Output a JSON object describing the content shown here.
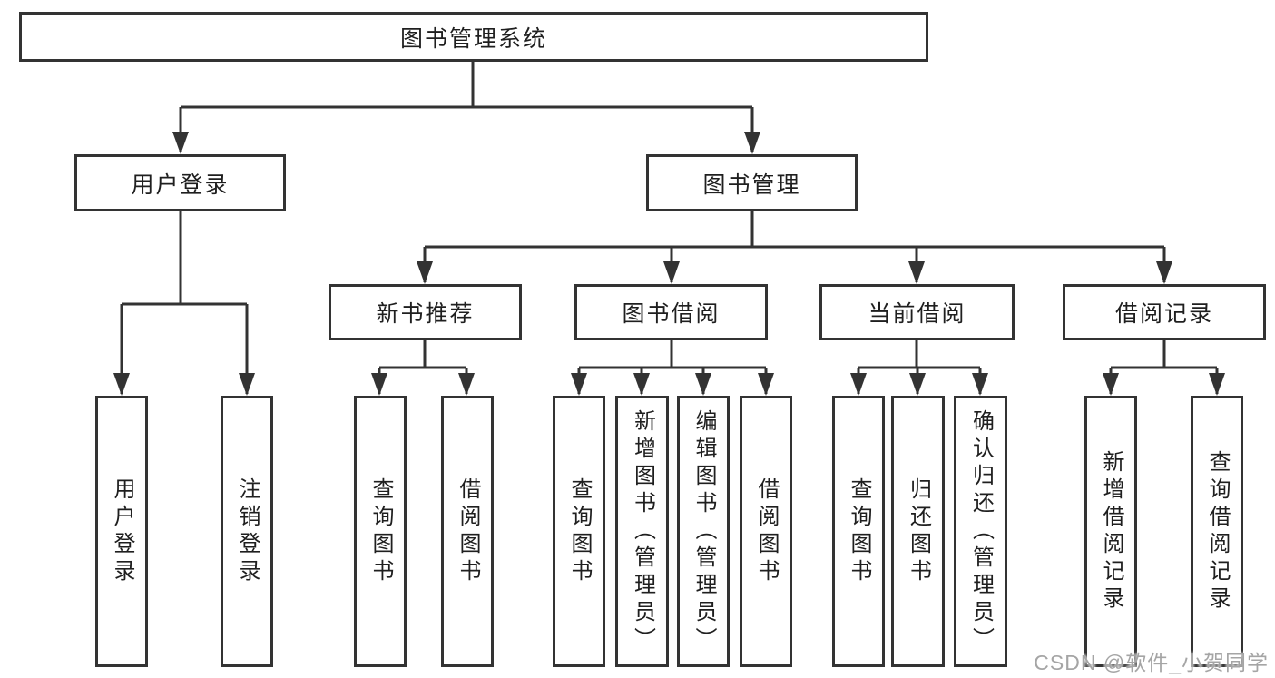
{
  "nodes": {
    "root": "图书管理系统",
    "user_login": "用户登录",
    "book_mgmt": "图书管理",
    "new_book_rec": "新书推荐",
    "book_borrow": "图书借阅",
    "current_borrow": "当前借阅",
    "borrow_record": "借阅记录",
    "g1_user_login": "用户登录",
    "g1_logout": "注销登录",
    "g2_query_book": "查询图书",
    "g2_borrow_book": "借阅图书",
    "g3_query_book": "查询图书",
    "g3_add_book": "新增图书（管理员）",
    "g3_edit_book": "编辑图书（管理员）",
    "g3_borrow_book": "借阅图书",
    "g4_query_book": "查询图书",
    "g4_return_book": "归还图书",
    "g4_confirm_return": "确认归还（管理员）",
    "g5_add_record": "新增借阅记录",
    "g5_query_record": "查询借阅记录"
  },
  "watermark": {
    "text": "CSDN @软件_小贺同学"
  },
  "colors": {
    "line": "#333333",
    "text": "#1f1f1f",
    "watermark": "#a5a5a5",
    "background": "#ffffff"
  }
}
